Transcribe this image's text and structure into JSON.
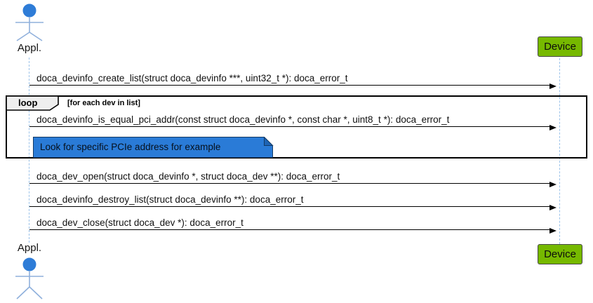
{
  "diagram": "uml-sequence",
  "participants": {
    "appl": {
      "label": "Appl.",
      "kind": "actor"
    },
    "device": {
      "label": "Device",
      "kind": "participant"
    }
  },
  "messages": [
    {
      "from": "Appl.",
      "to": "Device",
      "label": "doca_devinfo_create_list(struct doca_devinfo ***, uint32_t *): doca_error_t"
    },
    {
      "from": "Appl.",
      "to": "Device",
      "in_loop": true,
      "label": "doca_devinfo_is_equal_pci_addr(const struct doca_devinfo *, const char *, uint8_t *): doca_error_t"
    },
    {
      "from": "Appl.",
      "to": "Device",
      "label": "doca_dev_open(struct doca_devinfo *, struct doca_dev **): doca_error_t"
    },
    {
      "from": "Appl.",
      "to": "Device",
      "label": "doca_devinfo_destroy_list(struct doca_devinfo **): doca_error_t"
    },
    {
      "from": "Appl.",
      "to": "Device",
      "label": "doca_dev_close(struct doca_dev *): doca_error_t"
    }
  ],
  "loop_frame": {
    "operator": "loop",
    "guard": "[for each dev in list]"
  },
  "note": {
    "text": "Look for specific PCIe address for example"
  },
  "colors": {
    "device_fill": "#76B900",
    "device_border": "#474747",
    "note_fill": "#2A7BD7",
    "note_fold": "#1E64B4",
    "note_border": "#123A66",
    "actor_head": "#2E7CD7",
    "actor_limb": "#8FB0DC",
    "lifeline": "#9CC3EA",
    "arrow": "#000000",
    "frame_border": "#000000",
    "pentagon_fill": "#EEEEEE"
  }
}
